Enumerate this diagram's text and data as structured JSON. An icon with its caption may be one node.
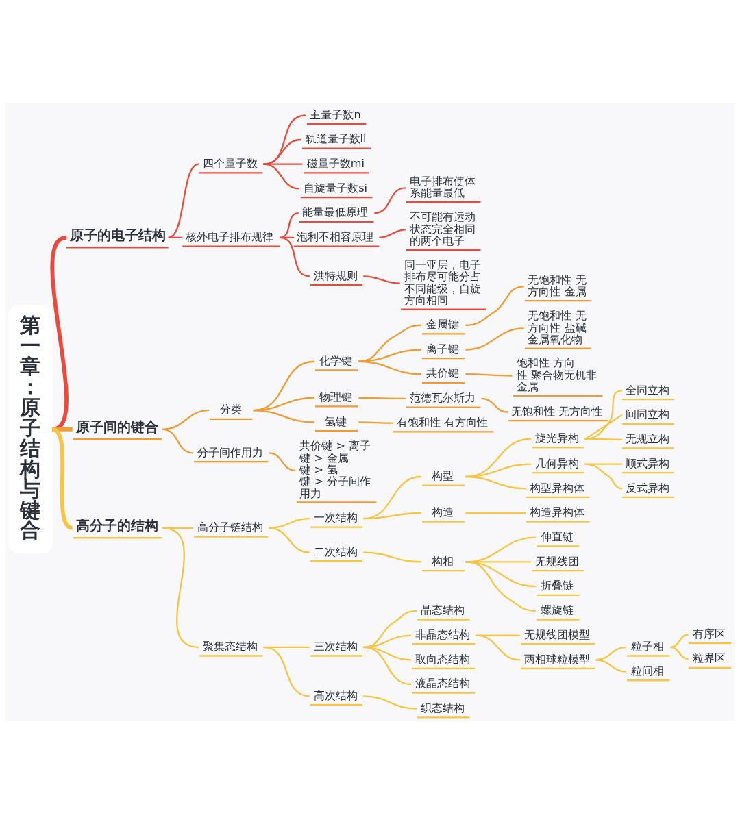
{
  "diagram": {
    "nodes": [
      {
        "text": [
          "第一章：原子结构与键合"
        ]
      },
      {
        "text": [
          "原子的电子结构"
        ]
      },
      {
        "text": [
          "四个量子数"
        ]
      },
      {
        "text": [
          "主量子数n"
        ]
      },
      {
        "text": [
          "轨道量子数li"
        ]
      },
      {
        "text": [
          "磁量子数mi"
        ]
      },
      {
        "text": [
          "自旋量子数si"
        ]
      },
      {
        "text": [
          "核外电子排布规律"
        ]
      },
      {
        "text": [
          "能量最低原理"
        ]
      },
      {
        "text": [
          "电子排布使体系能量最低"
        ]
      },
      {
        "text": [
          "泡利不相容原理"
        ]
      },
      {
        "text": [
          "不可能有运动状态完全相同的两个电子"
        ]
      },
      {
        "text": [
          "洪特规则"
        ]
      },
      {
        "text": [
          "同一亚层，电子排布尽可能分占不同能级，自旋方向相同"
        ]
      },
      {
        "text": [
          "原子间的键合"
        ]
      },
      {
        "text": [
          "分类"
        ]
      },
      {
        "text": [
          "化学键"
        ]
      },
      {
        "text": [
          "金属键"
        ]
      },
      {
        "text": [
          "无饱和性 无方向性 金属"
        ]
      },
      {
        "text": [
          "离子键"
        ]
      },
      {
        "text": [
          "无饱和性 无方向性 盐碱金属氧化物"
        ]
      },
      {
        "text": [
          "共价键"
        ]
      },
      {
        "text": [
          "饱和性 方向性 聚合物无机非金属"
        ]
      },
      {
        "text": [
          "物理键"
        ]
      },
      {
        "text": [
          "范德瓦尔斯力"
        ]
      },
      {
        "text": [
          "无饱和性 无方向性"
        ]
      },
      {
        "text": [
          "氢键"
        ]
      },
      {
        "text": [
          "有饱和性 有方向性"
        ]
      },
      {
        "text": [
          "分子间作用力"
        ]
      },
      {
        "text": [
          "共价键 > 离子键 > 金属键 > 氢键 > 分子间作用力"
        ]
      },
      {
        "text": [
          "高分子的结构"
        ]
      },
      {
        "text": [
          "高分子链结构"
        ]
      },
      {
        "text": [
          "一次结构"
        ]
      },
      {
        "text": [
          "构型"
        ]
      },
      {
        "text": [
          "旋光异构"
        ]
      },
      {
        "text": [
          "全同立构"
        ]
      },
      {
        "text": [
          "间同立构"
        ]
      },
      {
        "text": [
          "无规立构"
        ]
      },
      {
        "text": [
          "几何异构"
        ]
      },
      {
        "text": [
          "顺式异构"
        ]
      },
      {
        "text": [
          "反式异构"
        ]
      },
      {
        "text": [
          "构型异构体"
        ]
      },
      {
        "text": [
          "构造"
        ]
      },
      {
        "text": [
          "构造异构体"
        ]
      },
      {
        "text": [
          "二次结构"
        ]
      },
      {
        "text": [
          "构相"
        ]
      },
      {
        "text": [
          "伸直链"
        ]
      },
      {
        "text": [
          "无规线团"
        ]
      },
      {
        "text": [
          "折叠链"
        ]
      },
      {
        "text": [
          "螺旋链"
        ]
      },
      {
        "text": [
          "聚集态结构"
        ]
      },
      {
        "text": [
          "三次结构"
        ]
      },
      {
        "text": [
          "晶态结构"
        ]
      },
      {
        "text": [
          "非晶态结构"
        ]
      },
      {
        "text": [
          "无规线团模型"
        ]
      },
      {
        "text": [
          "两相球粒模型"
        ]
      },
      {
        "text": [
          "粒子相"
        ]
      },
      {
        "text": [
          "有序区"
        ]
      },
      {
        "text": [
          "粒界区"
        ]
      },
      {
        "text": [
          "粒间相"
        ]
      },
      {
        "text": [
          "取向态结构"
        ]
      },
      {
        "text": [
          "液晶态结构"
        ]
      },
      {
        "text": [
          "高次结构"
        ]
      },
      {
        "text": [
          "织态结构"
        ]
      }
    ],
    "edges": [
      {
        "from": 0,
        "to": 1,
        "arrow": "none",
        "style": "thick",
        "color": "#ea4a3d"
      },
      {
        "from": 1,
        "to": 2,
        "arrow": "none",
        "color": "#ea4a3d"
      },
      {
        "from": 2,
        "to": 3,
        "arrow": "none",
        "color": "#ea4a3d"
      },
      {
        "from": 2,
        "to": 4,
        "arrow": "none",
        "color": "#ea4a3d"
      },
      {
        "from": 2,
        "to": 5,
        "arrow": "none",
        "color": "#ea4a3d"
      },
      {
        "from": 2,
        "to": 6,
        "arrow": "none",
        "color": "#ea4a3d"
      },
      {
        "from": 1,
        "to": 7,
        "arrow": "none",
        "color": "#ea4a3d"
      },
      {
        "from": 7,
        "to": 8,
        "arrow": "none",
        "color": "#ea4a3d"
      },
      {
        "from": 8,
        "to": 9,
        "arrow": "none",
        "color": "#ea4a3d"
      },
      {
        "from": 7,
        "to": 10,
        "arrow": "none",
        "color": "#ea4a3d"
      },
      {
        "from": 10,
        "to": 11,
        "arrow": "none",
        "color": "#ea4a3d"
      },
      {
        "from": 7,
        "to": 12,
        "arrow": "none",
        "color": "#ea4a3d"
      },
      {
        "from": 12,
        "to": 13,
        "arrow": "none",
        "color": "#ea4a3d"
      },
      {
        "from": 0,
        "to": 14,
        "arrow": "none",
        "style": "thick",
        "color": "#f29b35"
      },
      {
        "from": 14,
        "to": 15,
        "arrow": "none",
        "color": "#f29b35"
      },
      {
        "from": 15,
        "to": 16,
        "arrow": "none",
        "color": "#f29b35"
      },
      {
        "from": 16,
        "to": 17,
        "arrow": "none",
        "color": "#f29b35"
      },
      {
        "from": 17,
        "to": 18,
        "arrow": "none",
        "color": "#f29b35"
      },
      {
        "from": 16,
        "to": 19,
        "arrow": "none",
        "color": "#f29b35"
      },
      {
        "from": 19,
        "to": 20,
        "arrow": "none",
        "color": "#f29b35"
      },
      {
        "from": 16,
        "to": 21,
        "arrow": "none",
        "color": "#f29b35"
      },
      {
        "from": 21,
        "to": 22,
        "arrow": "none",
        "color": "#f29b35"
      },
      {
        "from": 15,
        "to": 23,
        "arrow": "none",
        "color": "#f29b35"
      },
      {
        "from": 23,
        "to": 24,
        "arrow": "none",
        "color": "#f29b35"
      },
      {
        "from": 24,
        "to": 25,
        "arrow": "none",
        "color": "#f29b35"
      },
      {
        "from": 15,
        "to": 26,
        "arrow": "none",
        "color": "#f29b35"
      },
      {
        "from": 26,
        "to": 27,
        "arrow": "none",
        "color": "#f29b35"
      },
      {
        "from": 14,
        "to": 28,
        "arrow": "none",
        "color": "#f29b35"
      },
      {
        "from": 28,
        "to": 29,
        "arrow": "none",
        "color": "#f29b35"
      },
      {
        "from": 0,
        "to": 30,
        "arrow": "none",
        "style": "thick"
      },
      {
        "from": 30,
        "to": 31,
        "arrow": "none"
      },
      {
        "from": 31,
        "to": 32,
        "arrow": "none"
      },
      {
        "from": 32,
        "to": 33,
        "arrow": "none"
      },
      {
        "from": 33,
        "to": 34,
        "arrow": "none"
      },
      {
        "from": 34,
        "to": 35,
        "arrow": "none"
      },
      {
        "from": 34,
        "to": 36,
        "arrow": "none"
      },
      {
        "from": 34,
        "to": 37,
        "arrow": "none"
      },
      {
        "from": 33,
        "to": 38,
        "arrow": "none"
      },
      {
        "from": 38,
        "to": 39,
        "arrow": "none"
      },
      {
        "from": 38,
        "to": 40,
        "arrow": "none"
      },
      {
        "from": 33,
        "to": 41,
        "arrow": "none"
      },
      {
        "from": 32,
        "to": 42,
        "arrow": "none"
      },
      {
        "from": 42,
        "to": 43,
        "arrow": "none"
      },
      {
        "from": 31,
        "to": 44,
        "arrow": "none"
      },
      {
        "from": 44,
        "to": 45,
        "arrow": "none"
      },
      {
        "from": 45,
        "to": 46,
        "arrow": "none"
      },
      {
        "from": 45,
        "to": 47,
        "arrow": "none"
      },
      {
        "from": 45,
        "to": 48,
        "arrow": "none"
      },
      {
        "from": 45,
        "to": 49,
        "arrow": "none"
      },
      {
        "from": 30,
        "to": 50,
        "arrow": "none"
      },
      {
        "from": 50,
        "to": 51,
        "arrow": "none"
      },
      {
        "from": 51,
        "to": 52,
        "arrow": "none"
      },
      {
        "from": 51,
        "to": 53,
        "arrow": "none"
      },
      {
        "from": 53,
        "to": 54,
        "arrow": "none"
      },
      {
        "from": 53,
        "to": 55,
        "arrow": "none"
      },
      {
        "from": 55,
        "to": 56,
        "arrow": "none"
      },
      {
        "from": 56,
        "to": 57,
        "arrow": "none"
      },
      {
        "from": 56,
        "to": 58,
        "arrow": "none"
      },
      {
        "from": 55,
        "to": 59,
        "arrow": "none"
      },
      {
        "from": 51,
        "to": 60,
        "arrow": "none"
      },
      {
        "from": 51,
        "to": 61,
        "arrow": "none"
      },
      {
        "from": 50,
        "to": 62,
        "arrow": "none"
      },
      {
        "from": 62,
        "to": 63,
        "arrow": "none"
      }
    ]
  }
}
